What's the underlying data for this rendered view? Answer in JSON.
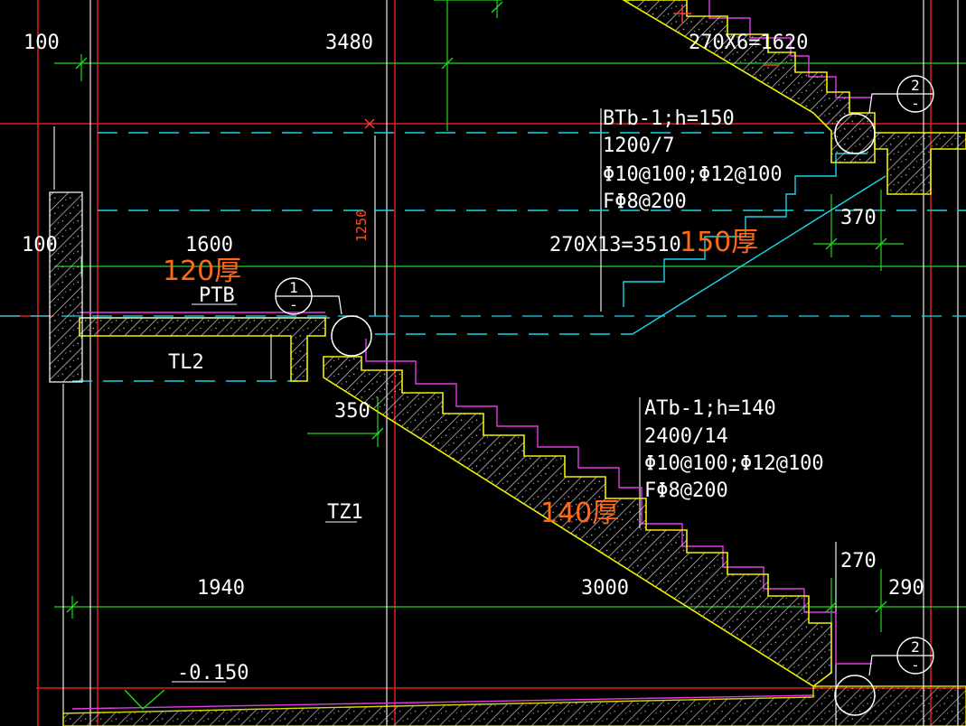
{
  "colors": {
    "background": "#000000",
    "red": "#e01e1e",
    "green": "#1fd61f",
    "cyan": "#19d6e8",
    "yellow": "#f0f000",
    "magenta": "#e23be6",
    "white": "#ffffff",
    "orange": "#ff6a1a",
    "hatch": "#d8d8d8"
  },
  "dimensions": {
    "d100_top": "100",
    "d3480": "3480",
    "d100_left": "100",
    "d1600": "1600",
    "d1250": "1250",
    "d350": "350",
    "d1940": "1940",
    "d3000": "3000",
    "d270": "270",
    "d290": "290",
    "d370": "370",
    "elev": "-0.150",
    "upper_steps": "270X13=3510",
    "top_steps": "270X6=1620"
  },
  "thickness": {
    "t120": "120厚",
    "t150": "150厚",
    "t140": "140厚"
  },
  "members": {
    "ptb": "PTB",
    "tl2": "TL2",
    "tz1": "TZ1"
  },
  "callouts": {
    "c1_num": "1",
    "c1_sub": "-",
    "c2a_num": "2",
    "c2a_sub": "-",
    "c2b_num": "2",
    "c2b_sub": "-"
  },
  "stair_btb": {
    "line1": "BTb-1;h=150",
    "line2": "1200/7",
    "line3": "Φ10@100;Φ12@100",
    "line4": "FΦ8@200"
  },
  "stair_atb": {
    "line1": "ATb-1;h=140",
    "line2": "2400/14",
    "line3": "Φ10@100;Φ12@100",
    "line4": "FΦ8@200"
  },
  "icons": {
    "section_callout": "section-callout-icon",
    "elevation_marker": "elevation-triangle-icon"
  }
}
